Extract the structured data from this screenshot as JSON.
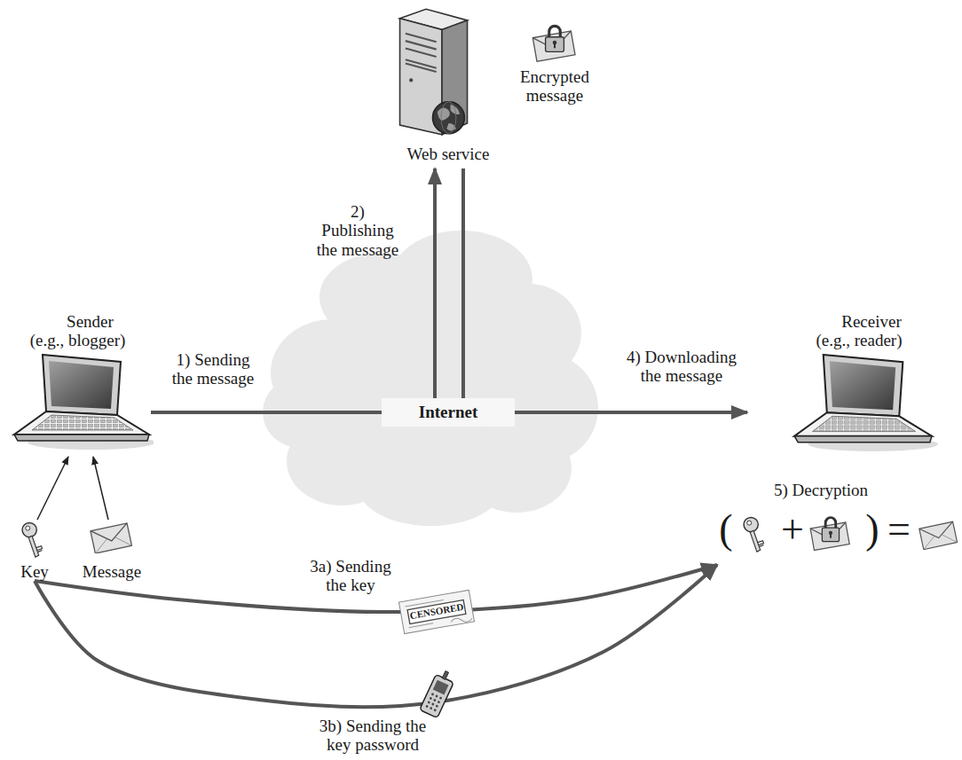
{
  "diagram": {
    "nodes": [
      {
        "text": [
          "Web service"
        ]
      },
      {
        "text": [
          "Sender (e.g., blogger)"
        ]
      },
      {
        "text": [
          "Internet"
        ]
      },
      {
        "text": [
          "Receiver (e.g., reader)"
        ]
      },
      {
        "text": [
          "Key"
        ]
      },
      {
        "text": [
          "Message"
        ]
      },
      {
        "text": [
          "5) Decryption"
        ]
      }
    ],
    "edges": [
      {
        "from": 1,
        "to": 2,
        "label": "1) Sending the message",
        "arrow": "none"
      },
      {
        "from": 2,
        "to": 0,
        "label": "2) Publishing the message",
        "arrow": "to"
      },
      {
        "from": 0,
        "to": 2,
        "arrow": "none"
      },
      {
        "from": 2,
        "to": 3,
        "label": "4) Downloading the message",
        "arrow": "to"
      },
      {
        "from": 4,
        "to": 6,
        "label": "3a) Sending the key",
        "arrow": "to"
      },
      {
        "from": 4,
        "to": 6,
        "label": "3b) Sending the key password",
        "arrow": "to"
      },
      {
        "from": 4,
        "to": 1,
        "arrow": "to"
      },
      {
        "from": 5,
        "to": 1,
        "arrow": "to"
      }
    ],
    "labels": [
      "Encrypted message",
      "CENSORED",
      "(",
      "+",
      ")",
      "="
    ]
  }
}
